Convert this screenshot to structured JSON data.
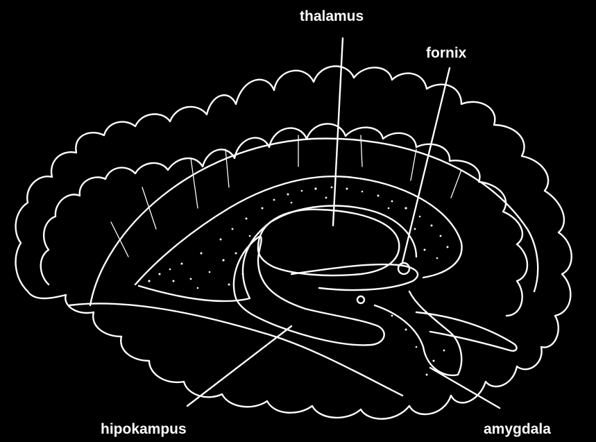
{
  "figure": {
    "background": "#000000",
    "line_color": "#ffffff",
    "labels": {
      "thalamus": "thalamus",
      "fornix": "fornix",
      "hipokampus": "hipokampus",
      "amygdala": "amygdala"
    }
  }
}
